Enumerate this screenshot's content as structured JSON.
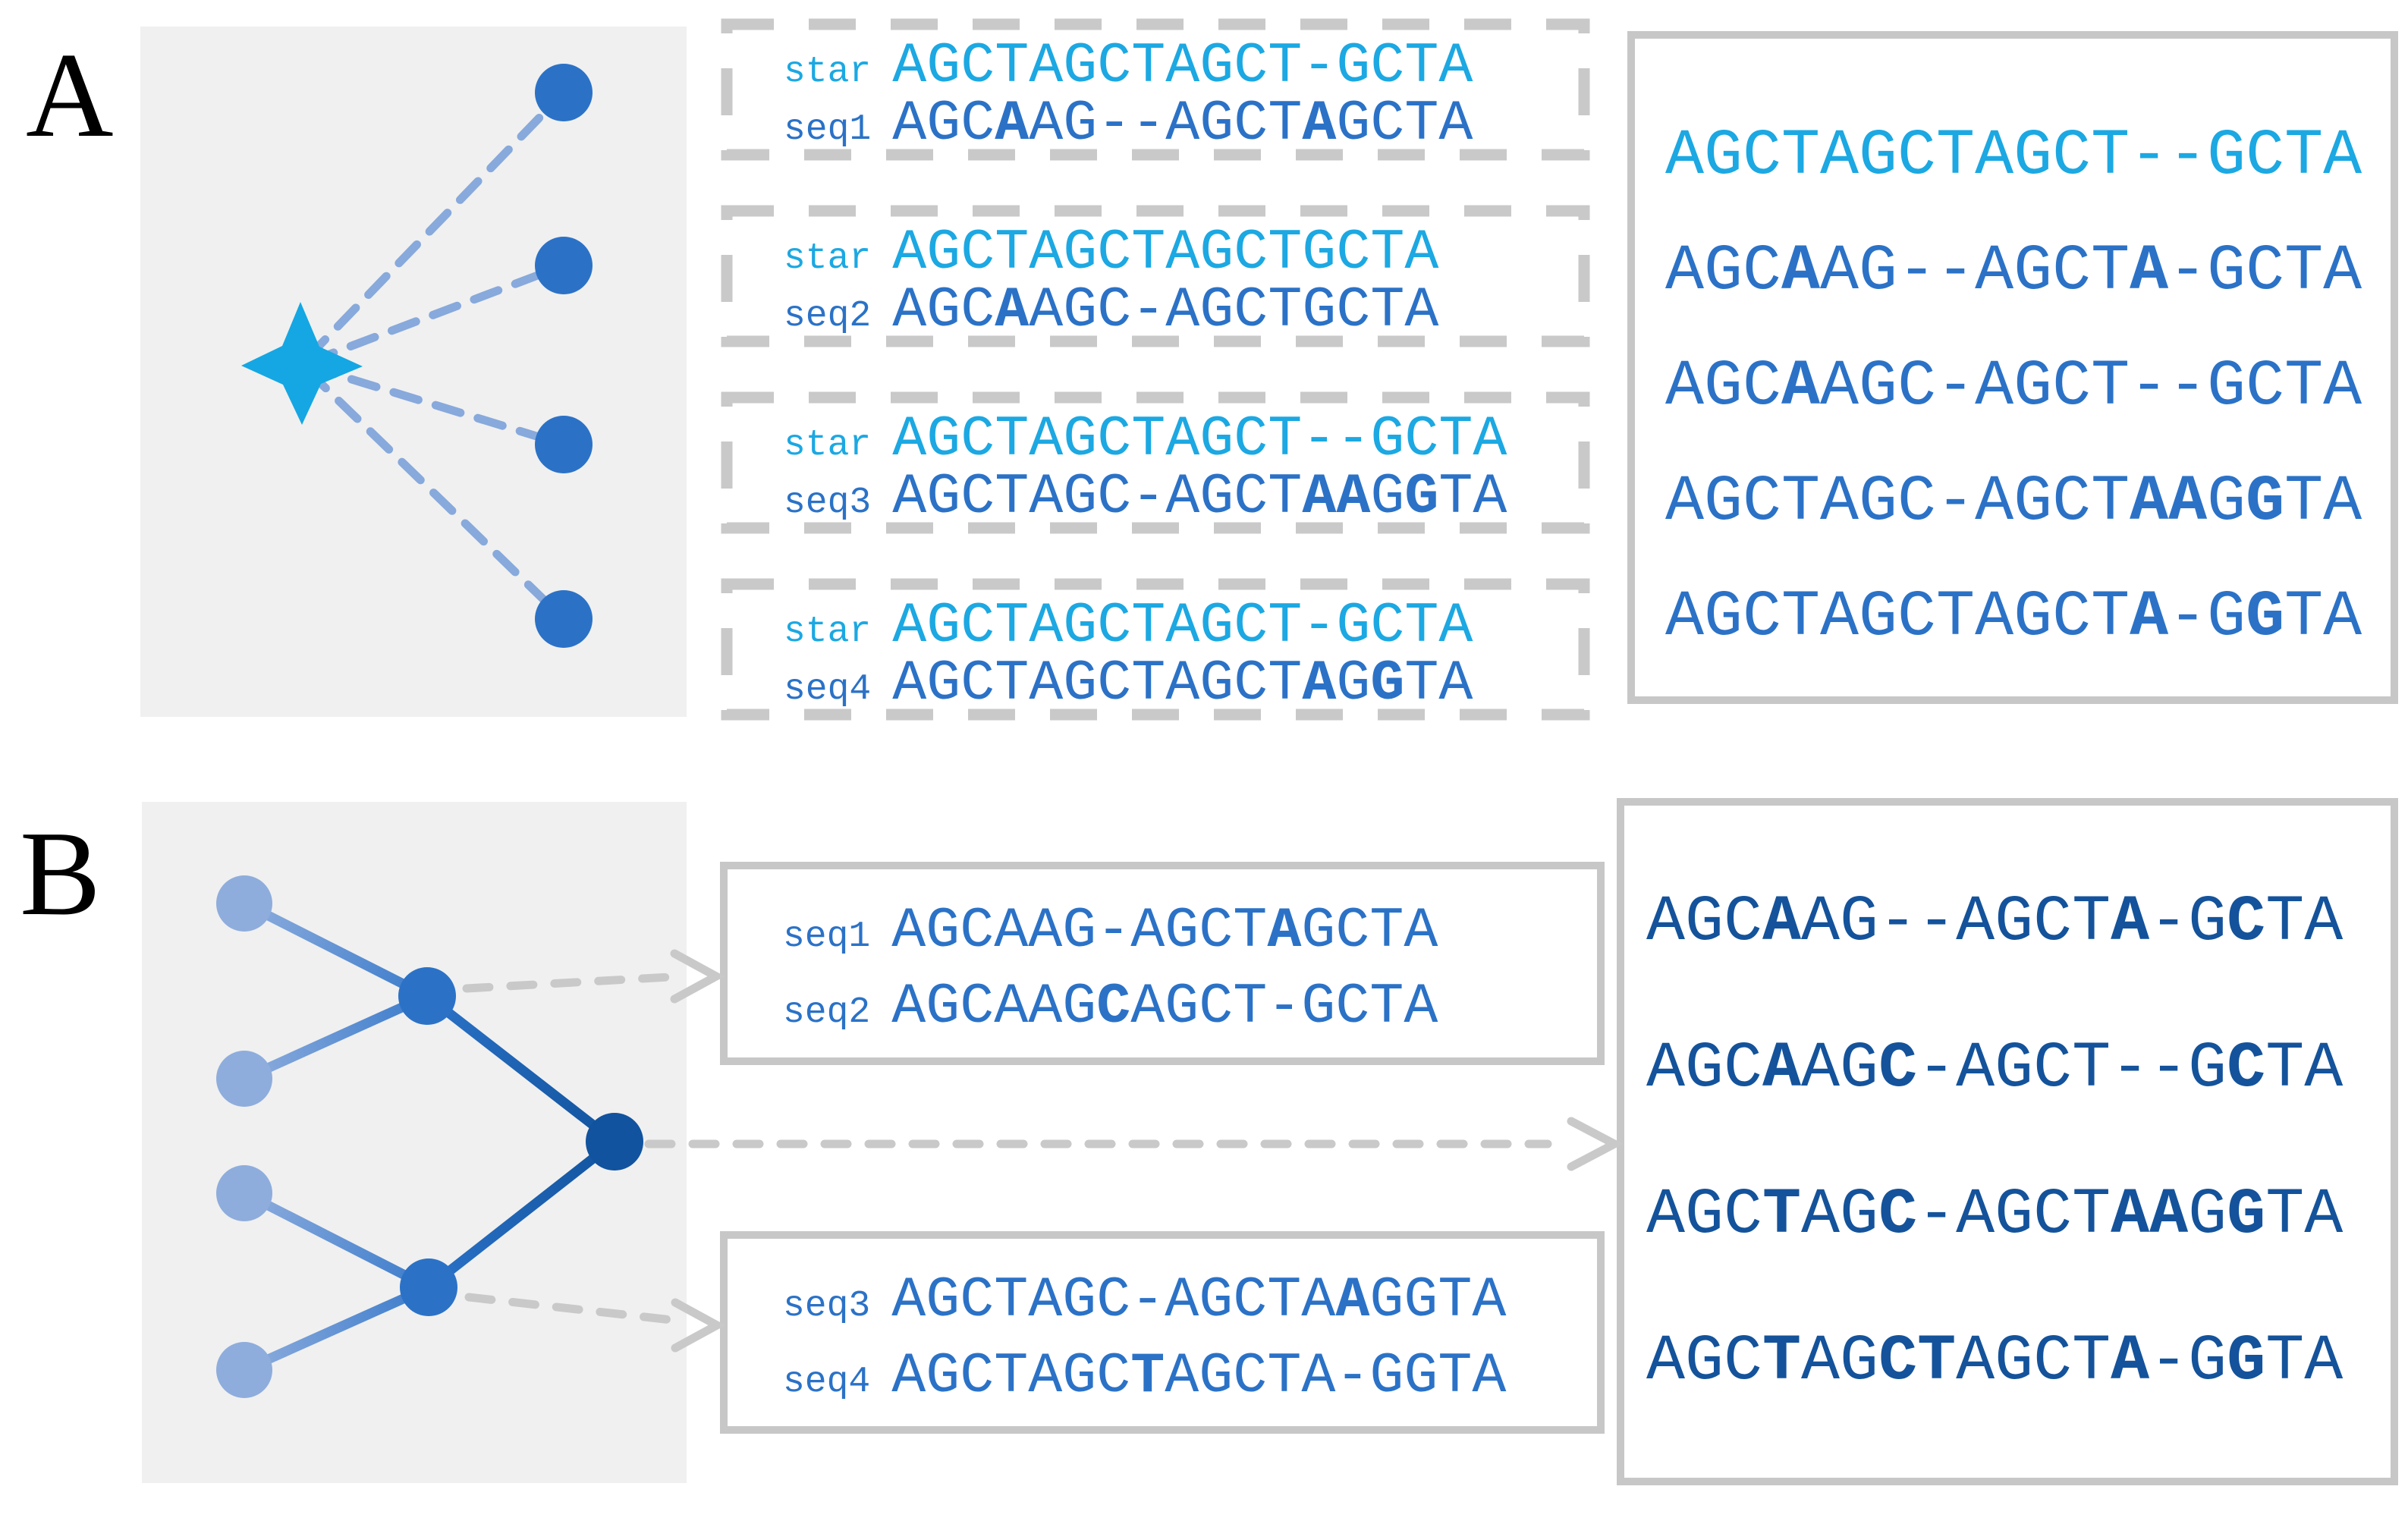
{
  "colors": {
    "cyan": "#1CA8E2",
    "blue": "#2B72C7",
    "navy": "#14539B",
    "leaf_node": "#8EADDD",
    "internal_node": "#2B72C7",
    "root_node": "#11539E",
    "edge_mid": "#3A7BCB",
    "star_fill": "#14A7E3",
    "star_connector": "#87A9DC",
    "panel_bg": "#F0F0F0",
    "box_border": "#C7C7C7",
    "dashed_border": "#C9C9C9",
    "arrow_gray": "#C9C9C9"
  },
  "icons": {
    "star": "four-point-star-icon",
    "leaf": "leaf-node-circle",
    "internal": "internal-node-circle",
    "root": "root-node-circle",
    "arrow": "dashed-gray-arrow"
  },
  "panel_a": {
    "label": "A",
    "pairwise_boxes": [
      {
        "rows": [
          {
            "label": "star",
            "seq": "AGCTAGCTAGCT-GCTA",
            "style": "cyan"
          },
          {
            "label": "seq1",
            "seq": "AGC[A]AG--AGCT[A]GCTA",
            "style": "blue"
          }
        ]
      },
      {
        "rows": [
          {
            "label": "star",
            "seq": "AGCTAGCTAGCTGCTA",
            "style": "cyan"
          },
          {
            "label": "seq2",
            "seq": "AGC[A]AGC-AGCTGCTA",
            "style": "blue"
          }
        ]
      },
      {
        "rows": [
          {
            "label": "star",
            "seq": "AGCTAGCTAGCT--GCTA",
            "style": "cyan"
          },
          {
            "label": "seq3",
            "seq": "AGCTAGC-AGCT[AA]G[G]TA",
            "style": "blue"
          }
        ]
      },
      {
        "rows": [
          {
            "label": "star",
            "seq": "AGCTAGCTAGCT-GCTA",
            "style": "cyan"
          },
          {
            "label": "seq4",
            "seq": "AGCTAGCTAGCT[A]G[G]TA",
            "style": "blue"
          }
        ]
      }
    ],
    "msa_rows": [
      {
        "seq": "AGCTAGCTAGCT--GCTA",
        "style": "cyan"
      },
      {
        "seq": "AGC[A]AG--AGCT[A]-GCTA",
        "style": "blue"
      },
      {
        "seq": "AGC[A]AGC-AGCT--GCTA",
        "style": "blue"
      },
      {
        "seq": "AGCTAGC-AGCT[AA]G[G]TA",
        "style": "blue"
      },
      {
        "seq": "AGCTAGCTAGCT[A]-G[G]TA",
        "style": "blue"
      }
    ]
  },
  "panel_b": {
    "label": "B",
    "pair_boxes": [
      {
        "rows": [
          {
            "label": "seq1",
            "seq": "AGCAAG-AGCT[A]GCTA",
            "style": "blue"
          },
          {
            "label": "seq2",
            "seq": "AGCAAG[C]AGCT-GCTA",
            "style": "blue"
          }
        ]
      },
      {
        "rows": [
          {
            "label": "seq3",
            "seq": "AGCTAGC-AGCTA[A]GGTA",
            "style": "blue"
          },
          {
            "label": "seq4",
            "seq": "AGCTAGC[T]AGCTA-GGTA",
            "style": "blue"
          }
        ]
      }
    ],
    "msa_rows": [
      {
        "seq": "AGC[A]AG--AGCT[A]-G[C]TA",
        "style": "navy"
      },
      {
        "seq": "AGC[A]AG[C]-AGCT--G[C]TA",
        "style": "navy"
      },
      {
        "seq": "AGC[T]AG[C]-AGCT[AA]G[G]TA",
        "style": "navy"
      },
      {
        "seq": "AGC[T]AG[CT]AGCT[A]-G[G]TA",
        "style": "navy"
      }
    ]
  }
}
